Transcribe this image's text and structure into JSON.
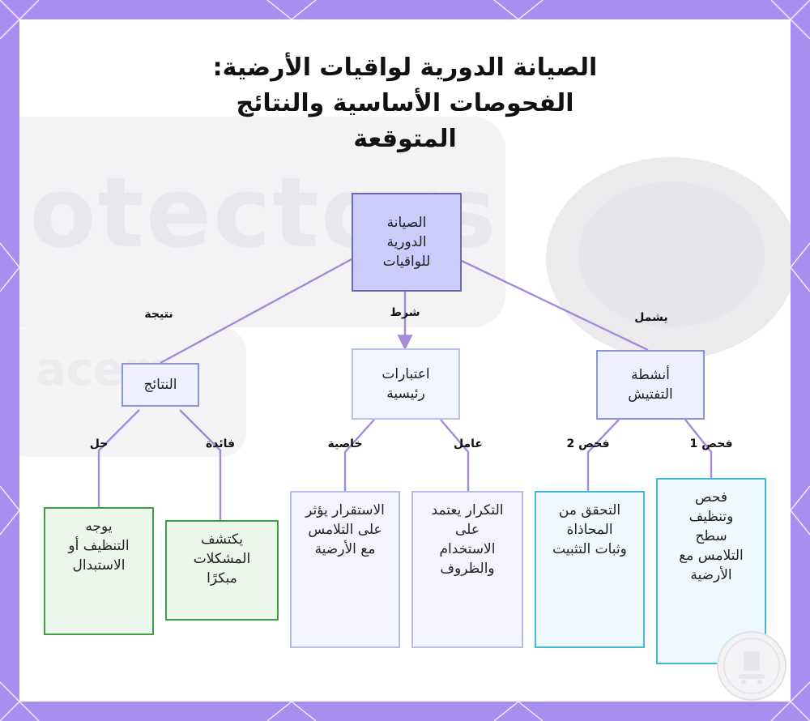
{
  "title": "الصيانة الدورية لواقيات الأرضية: الفحوصات الأساسية والنتائج المتوقعة",
  "background": {
    "watermark_1": "otectors",
    "watermark_2": "acem"
  },
  "colors": {
    "frame": "#a98ef0",
    "edge": "#a48ad8",
    "root_fill": "#ccccfa",
    "root_border": "#6a6ab0",
    "mid_fill": "#eef0ff",
    "mid_border": "#8a94d6",
    "mid2_fill": "#f2f4ff",
    "mid2_border": "#b6c2ea",
    "green_fill": "#eaf7ea",
    "green_border": "#3f9e3f",
    "lav_fill": "#f3f4ff",
    "lav_border": "#b8bde6",
    "cyan_fill": "#eef9fd",
    "cyan_border": "#45b8d6"
  },
  "nodes": {
    "root": "الصيانة الدورية للواقيات",
    "results": "النتائج",
    "considerations": "اعتبارات رئيسية",
    "inspection": "أنشطة التفتيش",
    "guides": "يوجه التنظيف أو الاستبدال",
    "detects": "يكتشف المشكلات مبكرًا",
    "stability": "الاستقرار يؤثر على التلامس مع الأرضية",
    "frequency": "التكرار يعتمد على الاستخدام والظروف",
    "alignment": "التحقق من المحاذاة وثبات التثبيت",
    "clean": "فحص وتنظيف سطح التلامس مع الأرضية"
  },
  "edge_labels": {
    "result": "نتيجة",
    "condition": "شرط",
    "includes": "يشمل",
    "solution": "حل",
    "benefit": "فائدة",
    "property": "خاصية",
    "factor": "عامل",
    "check2": "فحص 2",
    "check1": "فحص 1"
  },
  "logo_icon": "seal-logo-icon"
}
